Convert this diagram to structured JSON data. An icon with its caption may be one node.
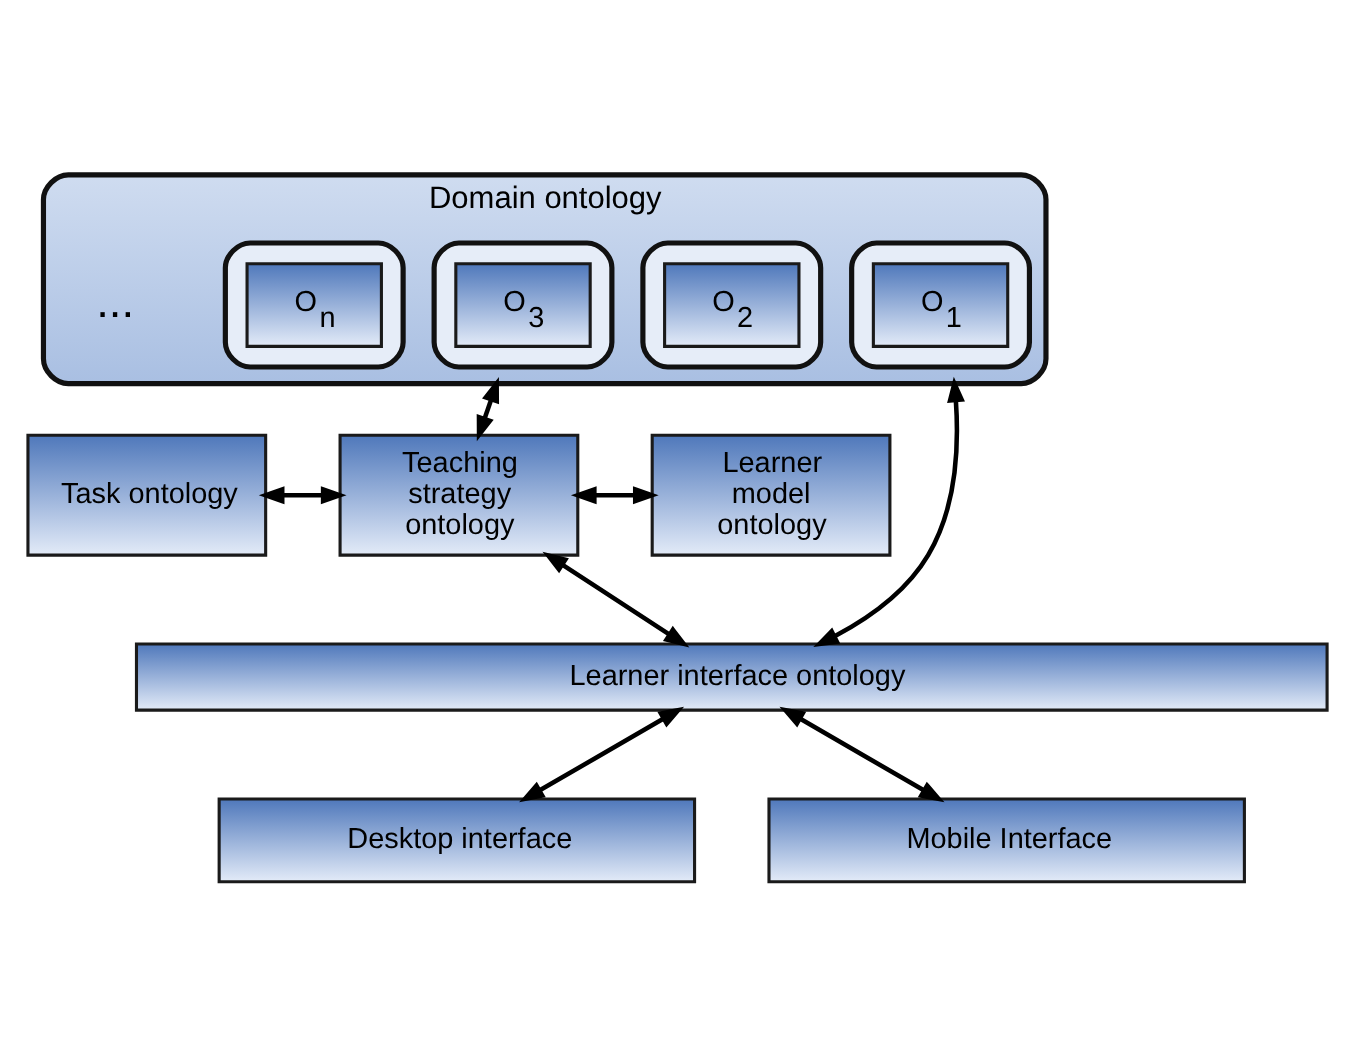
{
  "diagram": {
    "nodes": [
      {
        "text": [
          "Domain ontology"
        ]
      },
      {
        "text": [],
        "shape": "box",
        "in": 0
      },
      {
        "text": [
          "O$_{1}$"
        ],
        "in": 1
      },
      {
        "text": [],
        "shape": "box",
        "in": 0
      },
      {
        "text": [
          "O$_{2}$"
        ],
        "in": 3
      },
      {
        "text": [],
        "shape": "box",
        "in": 0
      },
      {
        "text": [
          "O$_{3}$"
        ],
        "in": 5
      },
      {
        "text": [],
        "shape": "box",
        "in": 0
      },
      {
        "text": [
          "O$_{n}$"
        ],
        "in": 7
      },
      {
        "text": [
          "Task ontology"
        ]
      },
      {
        "text": [
          "Teaching strategy ontology"
        ]
      },
      {
        "text": [
          "Learner model ontology"
        ]
      },
      {
        "text": [
          "Learner interface ontology"
        ]
      },
      {
        "text": [
          "Desktop interface"
        ]
      },
      {
        "text": [
          "Mobile Interface"
        ]
      }
    ],
    "edges": [
      {
        "from": 0,
        "to": 12,
        "arrow": "both"
      },
      {
        "from": 0,
        "to": 10,
        "arrow": "both"
      },
      {
        "from": 9,
        "to": 10,
        "arrow": "both"
      },
      {
        "from": 10,
        "to": 11,
        "arrow": "both"
      },
      {
        "from": 10,
        "to": 12,
        "arrow": "both"
      },
      {
        "from": 12,
        "to": 13,
        "arrow": "both"
      },
      {
        "from": 12,
        "to": 14,
        "arrow": "both"
      }
    ],
    "labels": [
      "..."
    ]
  }
}
